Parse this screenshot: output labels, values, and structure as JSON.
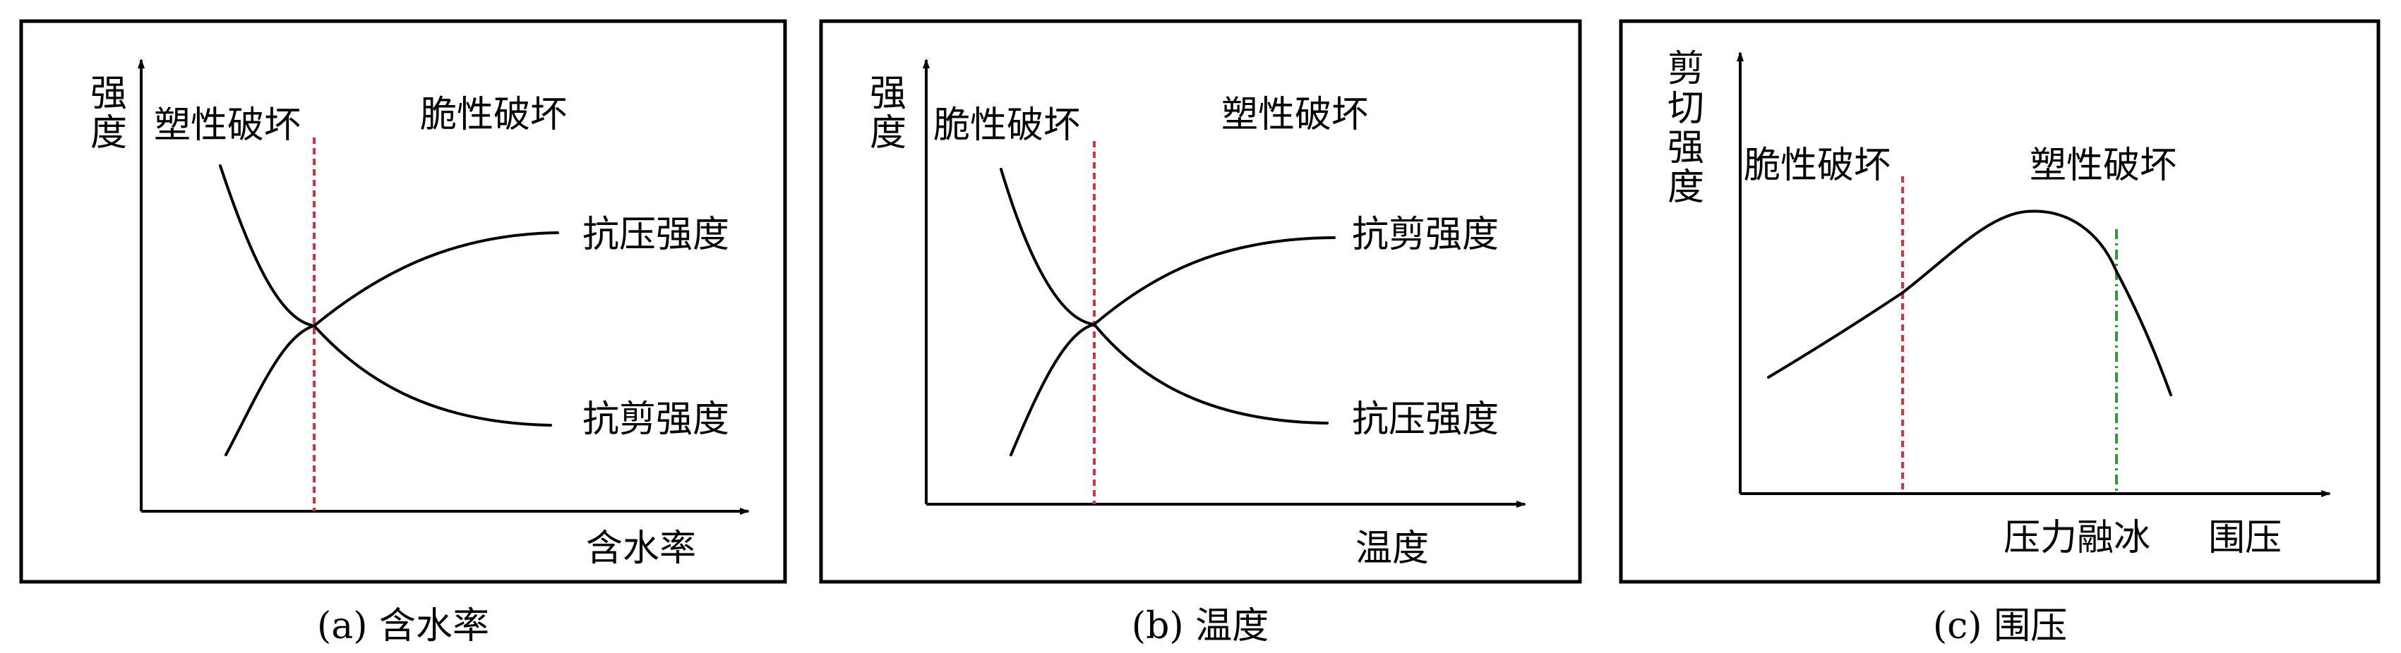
{
  "colors": {
    "ink": "#000000",
    "red_divider": "#d8323c",
    "green_divider": "#2e9a3a"
  },
  "panels": [
    {
      "caption": "(a) 含水率",
      "y_axis_label": "强度",
      "x_axis_label": "含水率",
      "region_left": "塑性破坏",
      "region_right": "脆性破坏",
      "rising_curve_label": "抗压强度",
      "falling_curve_label": "抗剪强度"
    },
    {
      "caption": "(b) 温度",
      "y_axis_label": "强度",
      "x_axis_label": "温度",
      "region_left": "脆性破坏",
      "region_right": "塑性破坏",
      "rising_curve_label": "抗剪强度",
      "falling_curve_label": "抗压强度"
    },
    {
      "caption": "(c) 围压",
      "y_axis_label": "剪切强度",
      "x_axis_label": "围压",
      "region_left": "脆性破坏",
      "region_right": "塑性破坏",
      "marker_label": "压力融冰"
    }
  ]
}
